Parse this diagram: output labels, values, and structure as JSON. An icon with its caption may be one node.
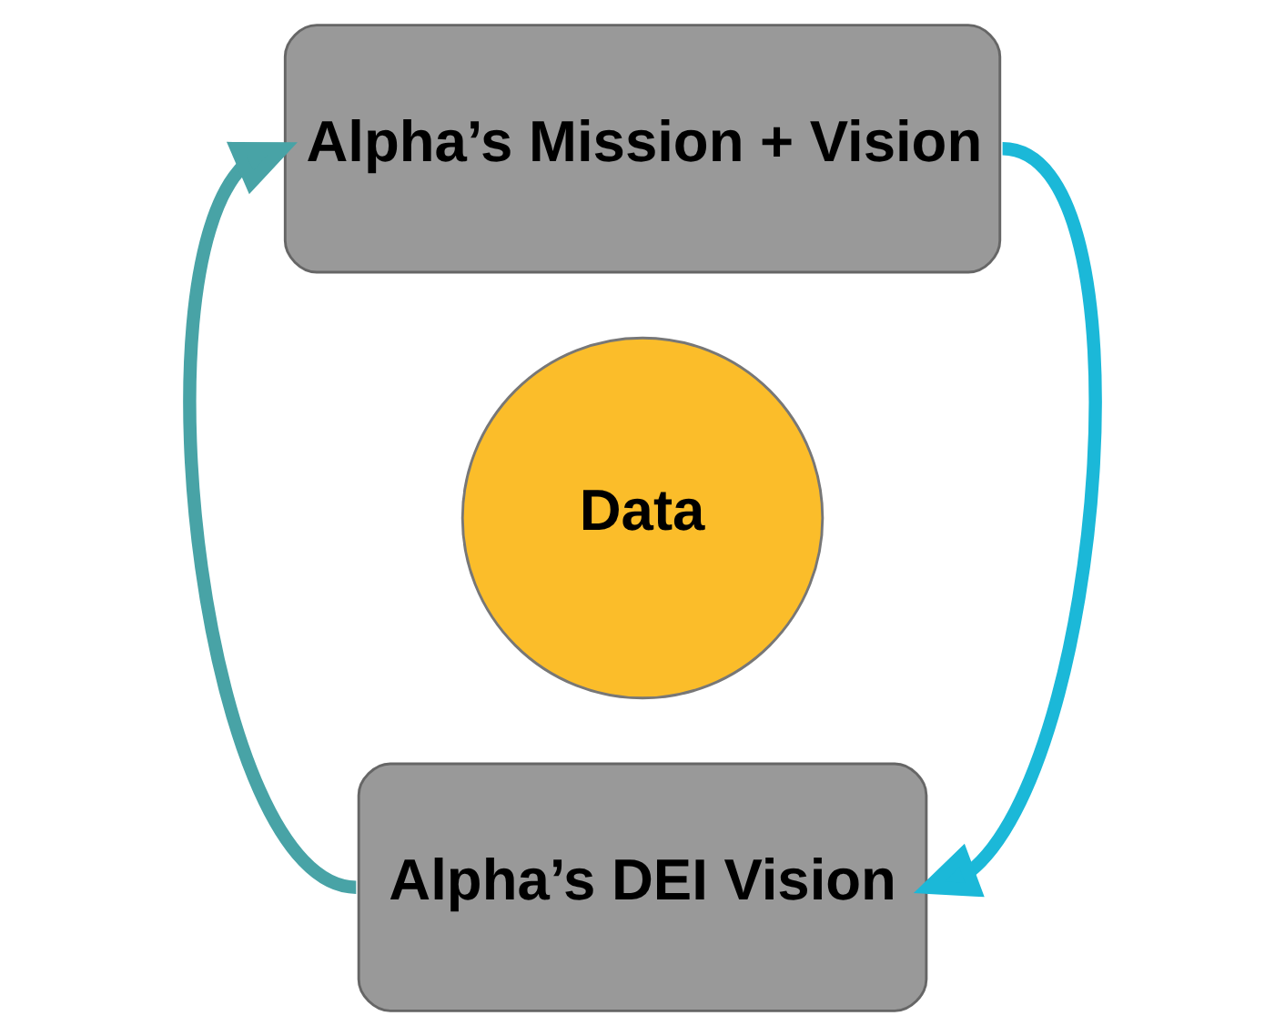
{
  "diagram": {
    "nodes": [
      {
        "text": [
          "Alpha’s Mission + Vision"
        ]
      },
      {
        "text": [
          "Data"
        ]
      },
      {
        "text": [
          "Alpha’s DEI Vision"
        ]
      }
    ],
    "edges": [
      {
        "from": 0,
        "to": 2,
        "arrow": "to",
        "color": "#1bb8d8"
      },
      {
        "from": 2,
        "to": 0,
        "arrow": "to",
        "color": "#48a3a6"
      }
    ]
  }
}
